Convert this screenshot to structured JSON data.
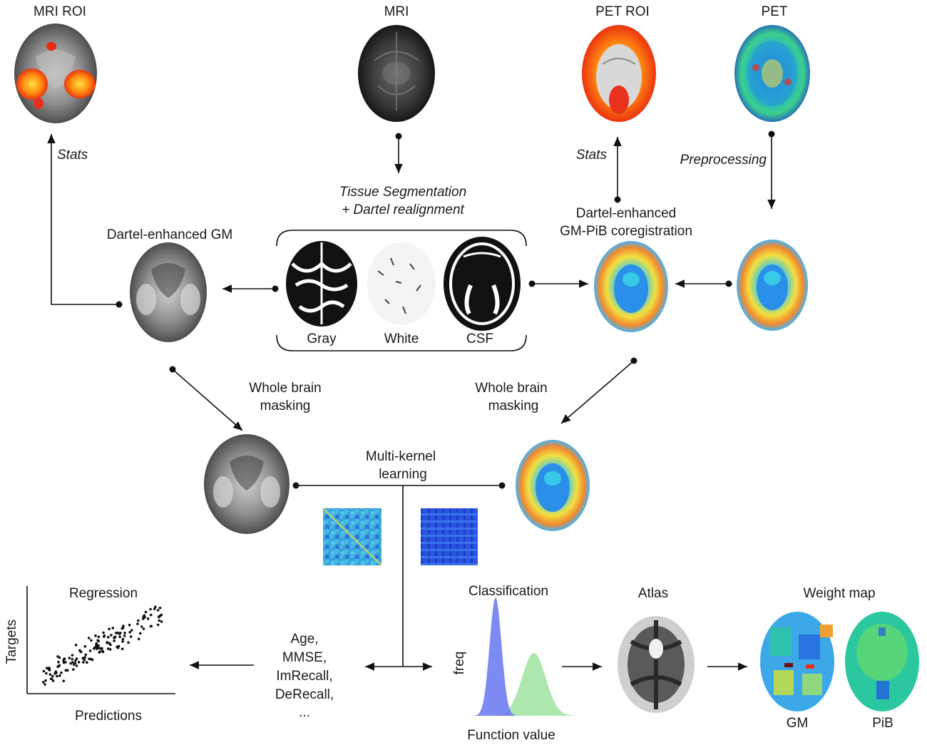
{
  "colors": {
    "line": "#111111",
    "brain_gray": "#8a8a8a",
    "hot_roi": "#ff6a00",
    "pet_blue": "#1f5fe0",
    "pet_cyan": "#38c8e8",
    "pet_yellow": "#f2e040",
    "pet_red": "#e8321e",
    "hist_gm": "#6f7df0",
    "hist_pib": "#9fe39f"
  },
  "top": {
    "mri_roi": "MRI ROI",
    "mri": "MRI",
    "pet_roi": "PET ROI",
    "pet": "PET"
  },
  "steps": {
    "stats_left": "Stats",
    "stats_right": "Stats",
    "preprocessing": "Preprocessing",
    "tissue_seg_1": "Tissue Segmentation",
    "tissue_seg_2": "+ Dartel realignment",
    "dartel_gm": "Dartel-enhanced GM",
    "dartel_pib_1": "Dartel-enhanced",
    "dartel_pib_2": "GM-PiB coregistration",
    "masking_left_1": "Whole brain",
    "masking_left_2": "masking",
    "masking_right_1": "Whole brain",
    "masking_right_2": "masking",
    "mkl_1": "Multi-kernel",
    "mkl_2": "learning"
  },
  "tissues": [
    "Gray",
    "White",
    "CSF"
  ],
  "targets_list": [
    "Age,",
    "MMSE,",
    "ImRecall,",
    "DeRecall,",
    "..."
  ],
  "regression": {
    "title": "Regression",
    "xlabel": "Predictions",
    "ylabel": "Targets"
  },
  "classification": {
    "title": "Classification",
    "xlabel": "Function value",
    "ylabel": "freq"
  },
  "atlas": {
    "title": "Atlas"
  },
  "weight_map": {
    "title": "Weight map",
    "labels": [
      "GM",
      "PiB"
    ]
  },
  "chart_data": [
    {
      "type": "scatter",
      "title": "Regression",
      "xlabel": "Predictions",
      "ylabel": "Targets",
      "xlim": [
        0,
        1
      ],
      "ylim": [
        0,
        1
      ],
      "trend": {
        "slope": 0.75,
        "intercept": 0.1,
        "noise": 0.06
      },
      "n_points": 150
    },
    {
      "type": "area",
      "title": "Classification",
      "xlabel": "Function value",
      "ylabel": "freq",
      "xlim": [
        0,
        1
      ],
      "ylim": [
        0,
        1
      ],
      "series": [
        {
          "mean": 0.27,
          "sd": 0.045,
          "height": 1.0
        },
        {
          "mean": 0.56,
          "sd": 0.09,
          "height": 0.53
        }
      ]
    }
  ]
}
